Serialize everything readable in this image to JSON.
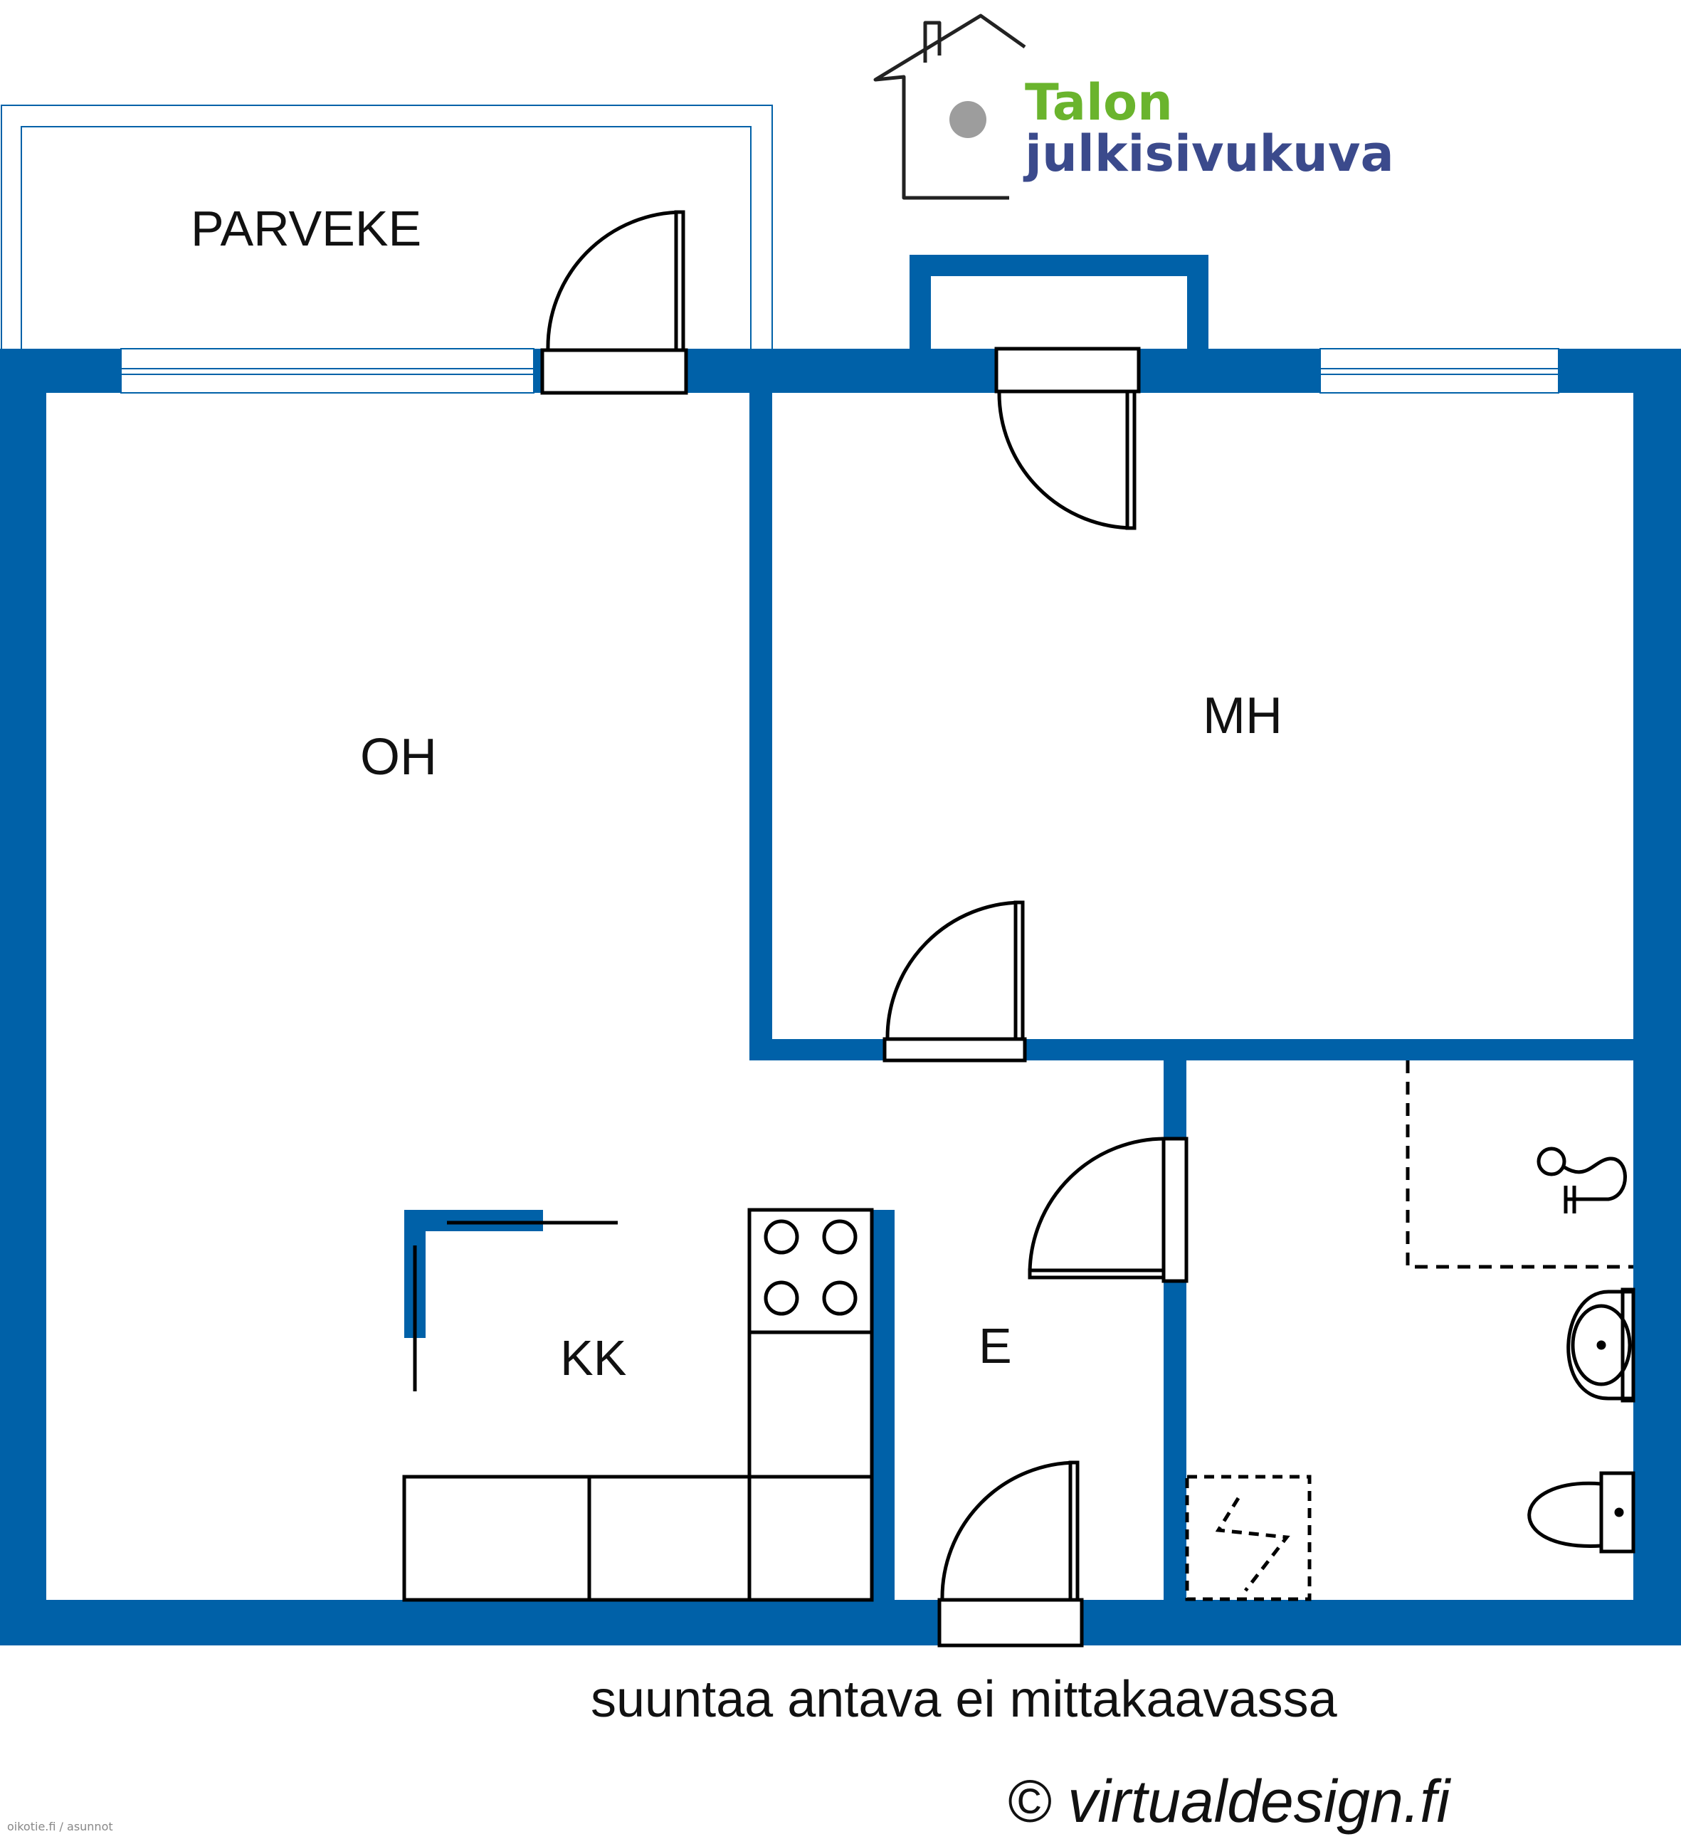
{
  "colors": {
    "wall": "#0061a8",
    "line": "#000000",
    "window": "#0061a8",
    "logo_green": "#6ab42d",
    "logo_blue": "#3b4a8c",
    "logo_dot": "#8c8c8c"
  },
  "logo": {
    "line1": "Talon",
    "line2": "julkisivukuva",
    "icon": "house-icon"
  },
  "rooms": {
    "balcony": "PARVEKE",
    "living": "OH",
    "bedroom": "MH",
    "kitchen": "KK",
    "entry": "E"
  },
  "caption": "suuntaa antava ei mittakaavassa",
  "credit": "© virtualdesign.fi",
  "watermark": "oikotie.fi / asunnot",
  "fixtures": [
    "stove-icon",
    "washbasin-icon",
    "toilet-icon",
    "shower-icon",
    "washing-machine-icon"
  ]
}
